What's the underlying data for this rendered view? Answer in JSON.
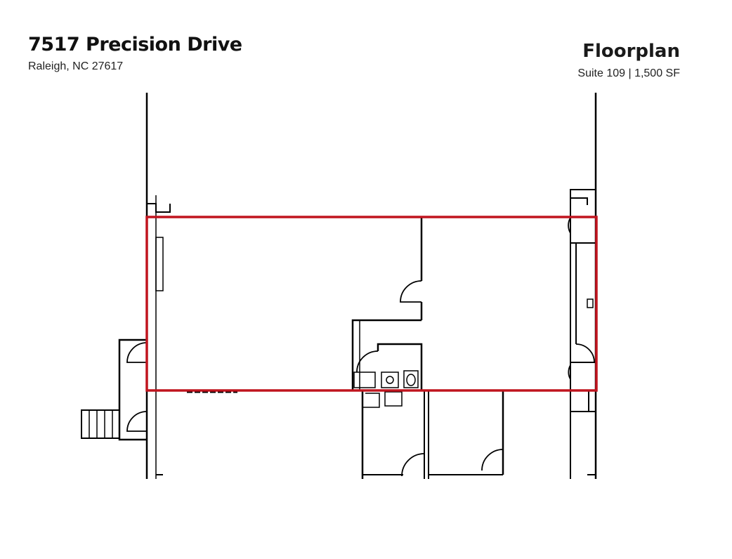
{
  "header": {
    "address": "7517 Precision Drive",
    "city_line": "Raleigh, NC 27617",
    "section_title": "Floorplan",
    "suite_info": "Suite 109 | 1,500 SF"
  },
  "colors": {
    "highlight": "#c0141e",
    "wall": "#000000"
  }
}
